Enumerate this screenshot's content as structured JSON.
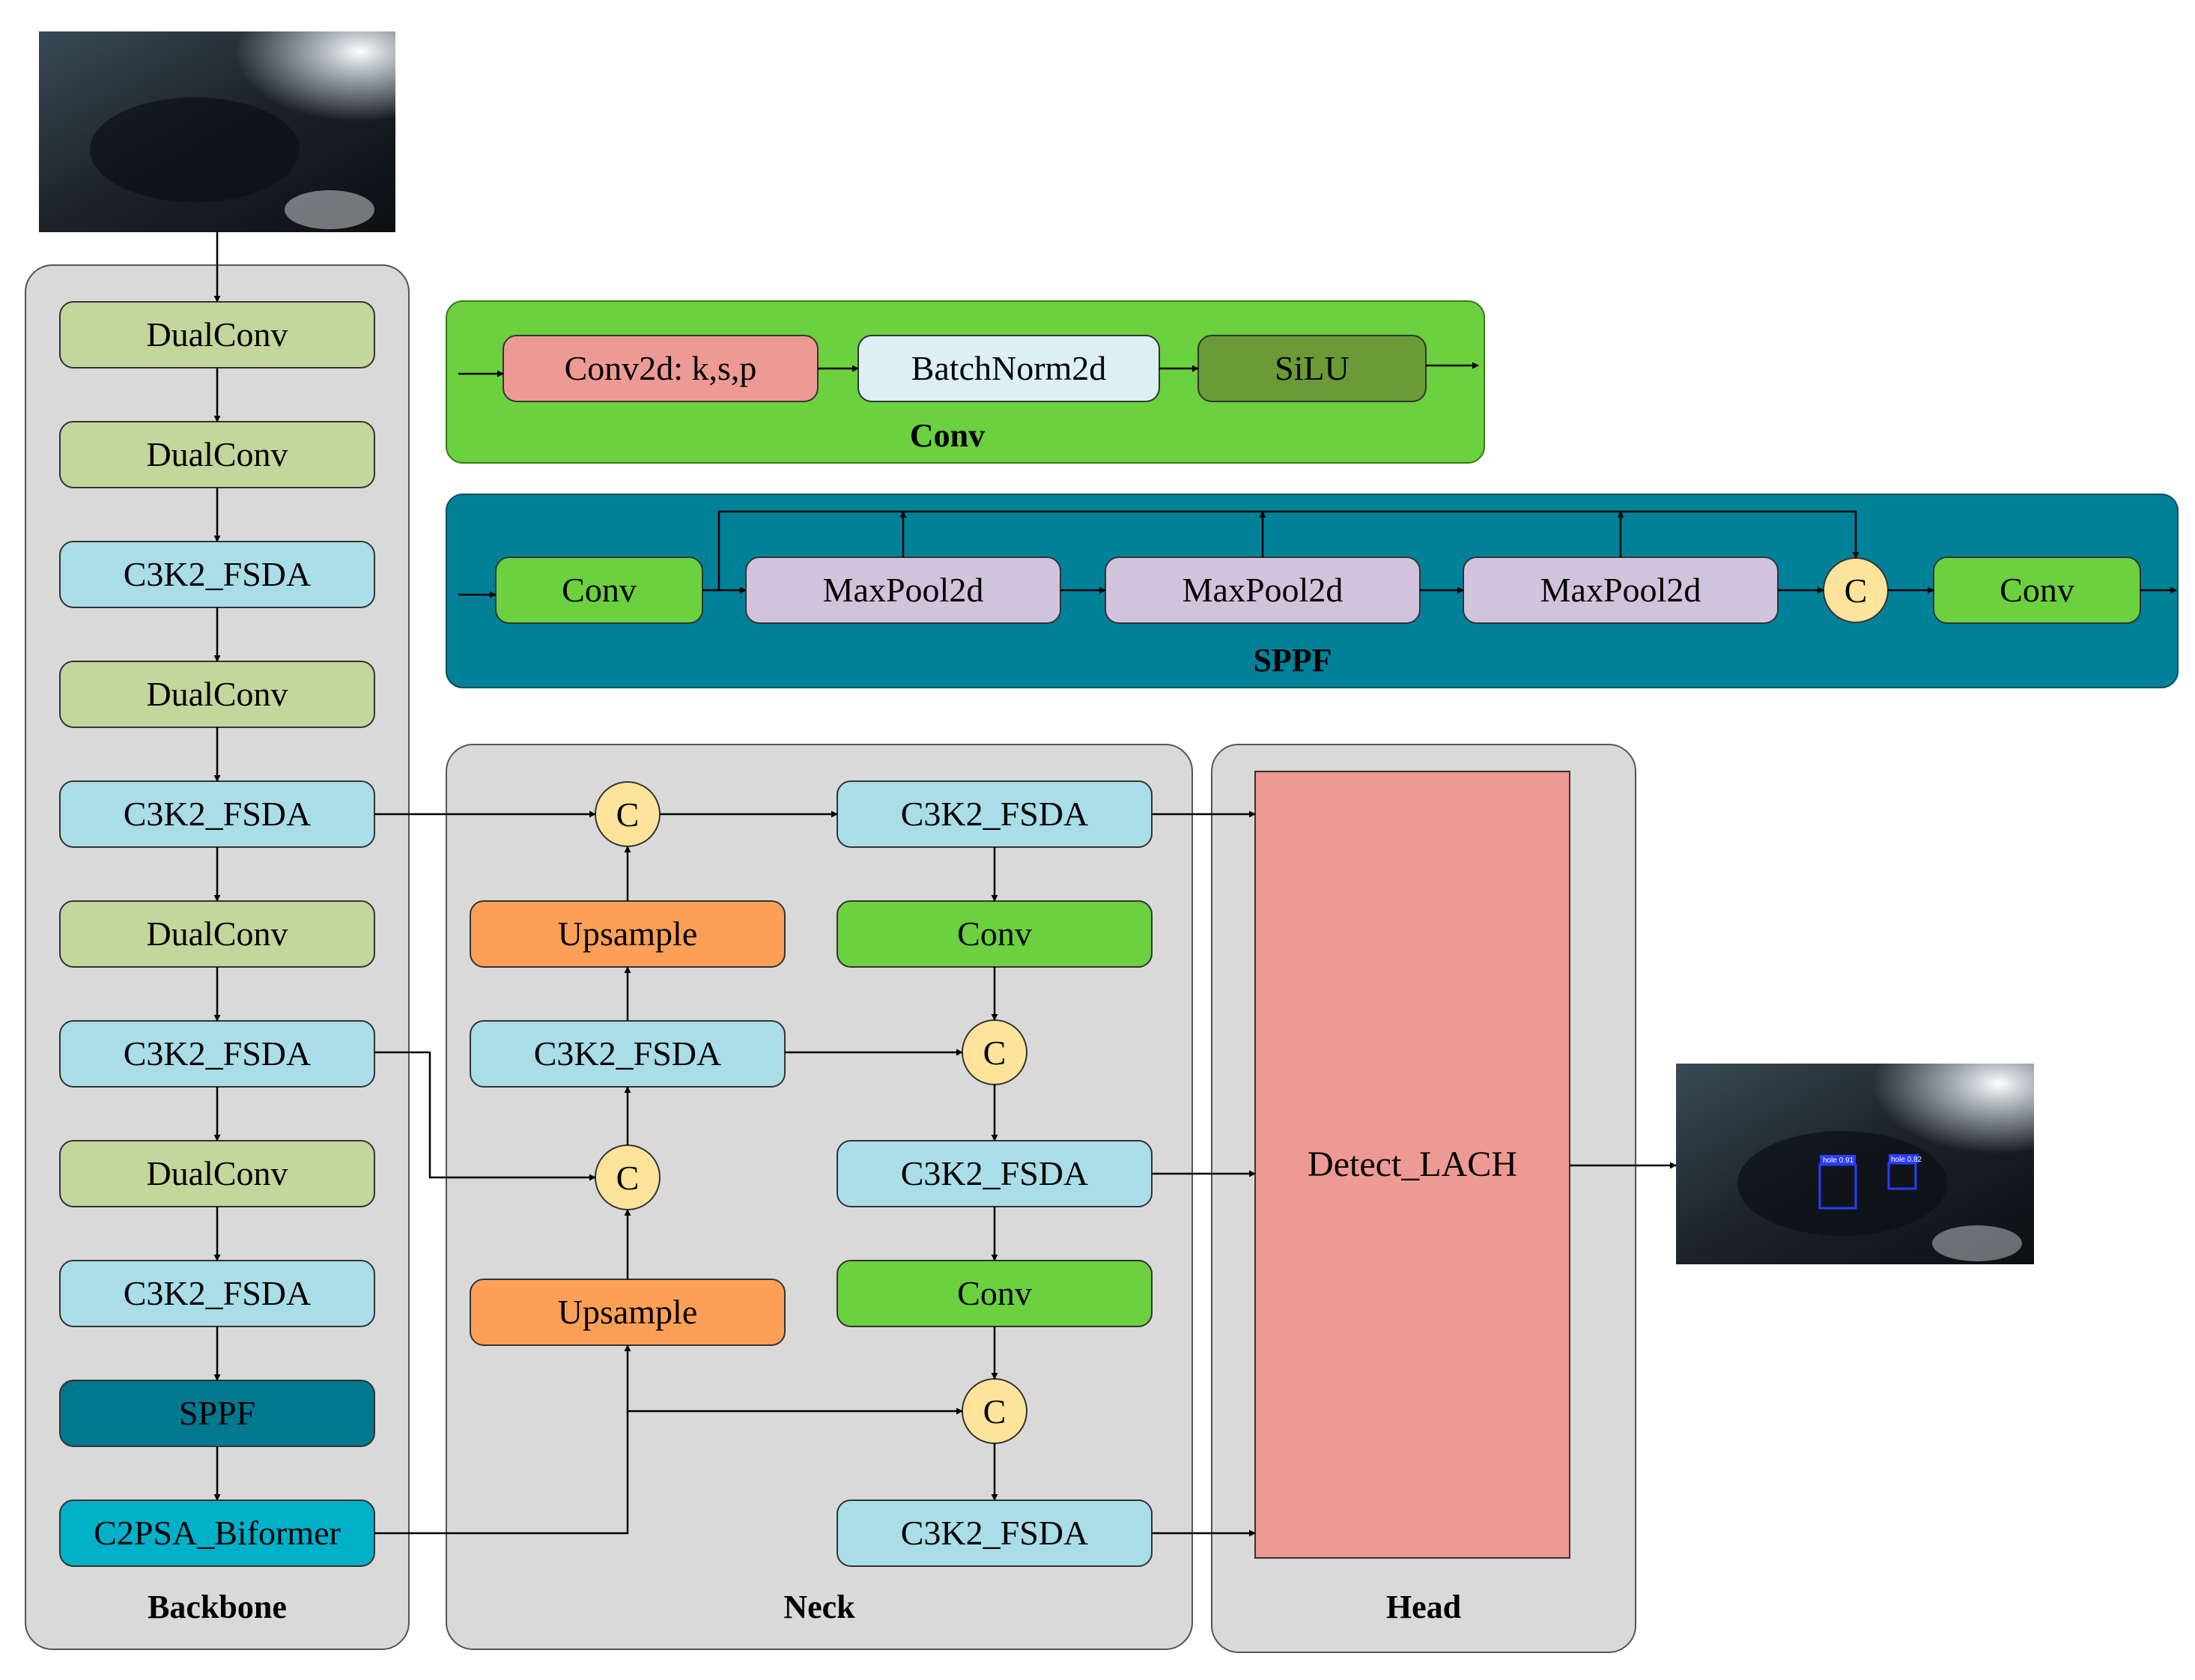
{
  "colors": {
    "panel_gray": "#d9d9d9",
    "dualconv": "#c3d69b",
    "c3k2": "#a9dde8",
    "sppf_dark": "#00788e",
    "c2psa": "#00b0c8",
    "conv_green": "#6bd13f",
    "upsample": "#fca057",
    "concat": "#fde49a",
    "conv2d": "#ee9a94",
    "batchnorm": "#dbeff4",
    "silu": "#6b9a37",
    "maxpool": "#d2c3dc",
    "detect": "#ee9a94",
    "conv_panel": "#6bd13f",
    "sppf_panel": "#00819a"
  },
  "images": {
    "input": {
      "name": "input-image",
      "caption": ""
    },
    "output": {
      "name": "output-image",
      "detections": [
        "hole 0.91",
        "hole 0.82"
      ]
    }
  },
  "backbone": {
    "title": "Backbone",
    "blocks": [
      {
        "label": "DualConv",
        "kind": "dualconv"
      },
      {
        "label": "DualConv",
        "kind": "dualconv"
      },
      {
        "label": "C3K2_FSDA",
        "kind": "c3k2"
      },
      {
        "label": "DualConv",
        "kind": "dualconv"
      },
      {
        "label": "C3K2_FSDA",
        "kind": "c3k2"
      },
      {
        "label": "DualConv",
        "kind": "dualconv"
      },
      {
        "label": "C3K2_FSDA",
        "kind": "c3k2"
      },
      {
        "label": "DualConv",
        "kind": "dualconv"
      },
      {
        "label": "C3K2_FSDA",
        "kind": "c3k2"
      },
      {
        "label": "SPPF",
        "kind": "sppf"
      },
      {
        "label": "C2PSA_Biformer",
        "kind": "c2psa"
      }
    ]
  },
  "conv_module": {
    "title": "Conv",
    "blocks": [
      {
        "label": "Conv2d: k,s,p",
        "kind": "conv2d"
      },
      {
        "label": "BatchNorm2d",
        "kind": "batchnorm"
      },
      {
        "label": "SiLU",
        "kind": "silu"
      }
    ]
  },
  "sppf_module": {
    "title": "SPPF",
    "blocks": [
      {
        "label": "Conv",
        "kind": "conv"
      },
      {
        "label": "MaxPool2d",
        "kind": "maxpool"
      },
      {
        "label": "MaxPool2d",
        "kind": "maxpool"
      },
      {
        "label": "MaxPool2d",
        "kind": "maxpool"
      },
      {
        "label": "C",
        "kind": "concat"
      },
      {
        "label": "Conv",
        "kind": "conv"
      }
    ]
  },
  "neck": {
    "title": "Neck",
    "left": [
      {
        "label": "C",
        "kind": "concat"
      },
      {
        "label": "Upsample",
        "kind": "upsample"
      },
      {
        "label": "C3K2_FSDA",
        "kind": "c3k2"
      },
      {
        "label": "C",
        "kind": "concat"
      },
      {
        "label": "Upsample",
        "kind": "upsample"
      }
    ],
    "right": [
      {
        "label": "C3K2_FSDA",
        "kind": "c3k2"
      },
      {
        "label": "Conv",
        "kind": "conv"
      },
      {
        "label": "C",
        "kind": "concat"
      },
      {
        "label": "C3K2_FSDA",
        "kind": "c3k2"
      },
      {
        "label": "Conv",
        "kind": "conv"
      },
      {
        "label": "C",
        "kind": "concat"
      },
      {
        "label": "C3K2_FSDA",
        "kind": "c3k2"
      }
    ]
  },
  "head": {
    "title": "Head",
    "block": {
      "label": "Detect_LACH",
      "kind": "detect"
    }
  }
}
